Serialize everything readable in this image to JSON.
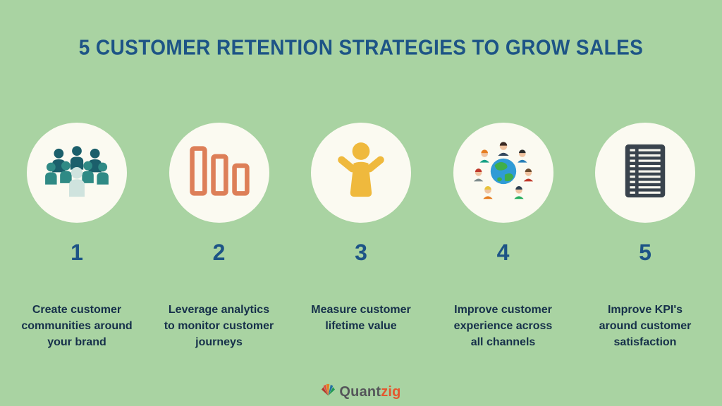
{
  "title": "5 CUSTOMER RETENTION STRATEGIES TO GROW SALES",
  "strategies": [
    {
      "number": "1",
      "icon": "people-community-icon",
      "label": "Create customer communities around your brand"
    },
    {
      "number": "2",
      "icon": "bar-chart-icon",
      "label": "Leverage analytics to monitor customer journeys"
    },
    {
      "number": "3",
      "icon": "person-icon",
      "label": "Measure customer lifetime value"
    },
    {
      "number": "4",
      "icon": "globe-people-icon",
      "label": "Improve customer experience across all channels"
    },
    {
      "number": "5",
      "icon": "checklist-icon",
      "label": "Improve KPI's around customer satisfaction"
    }
  ],
  "footer": {
    "brand": "Quantzig",
    "brand_primary": "Quant",
    "brand_secondary": "zig"
  },
  "colors": {
    "background": "#a9d3a2",
    "title": "#1d5486",
    "number": "#1d5486",
    "label_text": "#16304a",
    "circle_fill": "#fbfaf1",
    "people_icon_teal": "#1b5f6b",
    "bar_icon_orange": "#dd7f58",
    "person_icon_yellow": "#efb93d",
    "checklist_icon_dark": "#39434d",
    "brand_primary_color": "#55565a",
    "brand_secondary_color": "#e4572e"
  }
}
